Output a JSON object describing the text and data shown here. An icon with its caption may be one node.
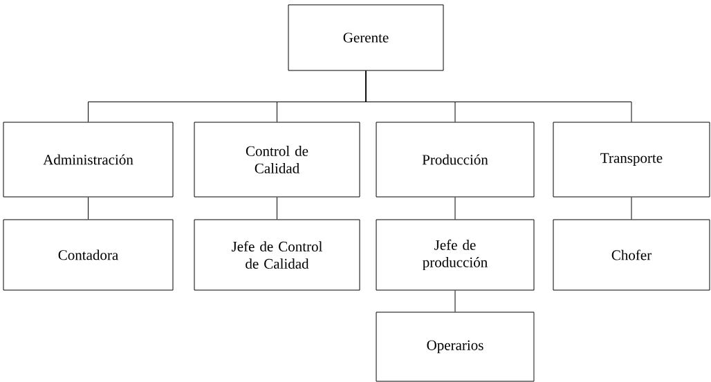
{
  "diagram": {
    "nodes": [
      {
        "text": [
          "Gerente"
        ]
      },
      {
        "text": [
          "Administración"
        ]
      },
      {
        "text": [
          "Control de Calidad"
        ]
      },
      {
        "text": [
          "Producción"
        ]
      },
      {
        "text": [
          "Transporte"
        ]
      },
      {
        "text": [
          "Contadora"
        ]
      },
      {
        "text": [
          "Jefe de Control de Calidad"
        ]
      },
      {
        "text": [
          "Jefe de producción"
        ]
      },
      {
        "text": [
          "Chofer"
        ]
      },
      {
        "text": [
          "Operarios"
        ]
      }
    ],
    "edges": [
      {
        "from": 0,
        "to": 1,
        "arrow": "none"
      },
      {
        "from": 0,
        "to": 2,
        "arrow": "none"
      },
      {
        "from": 0,
        "to": 3,
        "arrow": "none"
      },
      {
        "from": 0,
        "to": 4,
        "arrow": "none"
      },
      {
        "from": 1,
        "to": 5,
        "arrow": "none"
      },
      {
        "from": 2,
        "to": 6,
        "arrow": "none"
      },
      {
        "from": 3,
        "to": 7,
        "arrow": "none"
      },
      {
        "from": 4,
        "to": 8,
        "arrow": "none"
      },
      {
        "from": 7,
        "to": 9,
        "arrow": "none"
      }
    ]
  }
}
